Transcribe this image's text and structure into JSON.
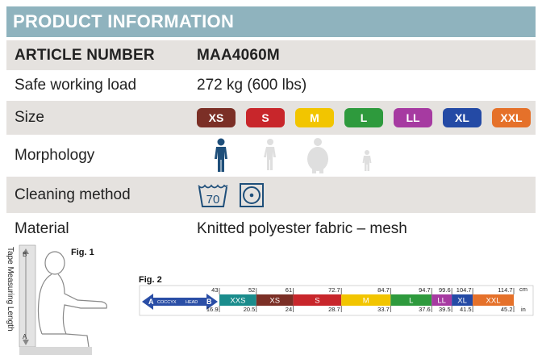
{
  "header": {
    "title": "PRODUCT INFORMATION"
  },
  "rows": {
    "article": {
      "label": "ARTICLE NUMBER",
      "value": "MAA4060M"
    },
    "swl": {
      "label": "Safe working load",
      "value": "272 kg (600 lbs)"
    },
    "size": {
      "label": "Size"
    },
    "morphology": {
      "label": "Morphology"
    },
    "cleaning": {
      "label": "Cleaning method",
      "wash_temp": "70"
    },
    "material": {
      "label": "Material",
      "value": "Knitted polyester fabric – mesh"
    }
  },
  "sizes": [
    {
      "label": "XS",
      "color": "#7b2f26"
    },
    {
      "label": "S",
      "color": "#c8262b"
    },
    {
      "label": "M",
      "color": "#f2c500"
    },
    {
      "label": "L",
      "color": "#2e9a3d"
    },
    {
      "label": "LL",
      "color": "#a63aa1"
    },
    {
      "label": "XL",
      "color": "#244aa5"
    },
    {
      "label": "XXL",
      "color": "#e5712a"
    }
  ],
  "fig1": {
    "label": "Fig. 1",
    "vertical_label": "Tape Measuring Length",
    "marker_top": "B",
    "marker_bottom": "A"
  },
  "fig2": {
    "label": "Fig. 2",
    "arrow_left": "A",
    "arrow_mid_left": "COCCYX",
    "arrow_mid_right": "HEAD",
    "arrow_right": "B",
    "cm_values": [
      "43",
      "52",
      "61",
      "72.7",
      "84.7",
      "94.7",
      "99.6",
      "104.7",
      "114.7"
    ],
    "cm_unit": "cm",
    "in_values": [
      "16.9",
      "20.5",
      "24",
      "28.7",
      "33.7",
      "37.6",
      "39.5",
      "41.5",
      "45.2"
    ],
    "in_unit": "in",
    "bands": [
      {
        "label": "XXS",
        "color": "#1a8c8c"
      },
      {
        "label": "XS",
        "color": "#7b2f26"
      },
      {
        "label": "S",
        "color": "#c8262b"
      },
      {
        "label": "M",
        "color": "#f2c500"
      },
      {
        "label": "L",
        "color": "#2e9a3d"
      },
      {
        "label": "LL",
        "color": "#a63aa1"
      },
      {
        "label": "XL",
        "color": "#244aa5"
      },
      {
        "label": "XXL",
        "color": "#e5712a"
      }
    ]
  }
}
